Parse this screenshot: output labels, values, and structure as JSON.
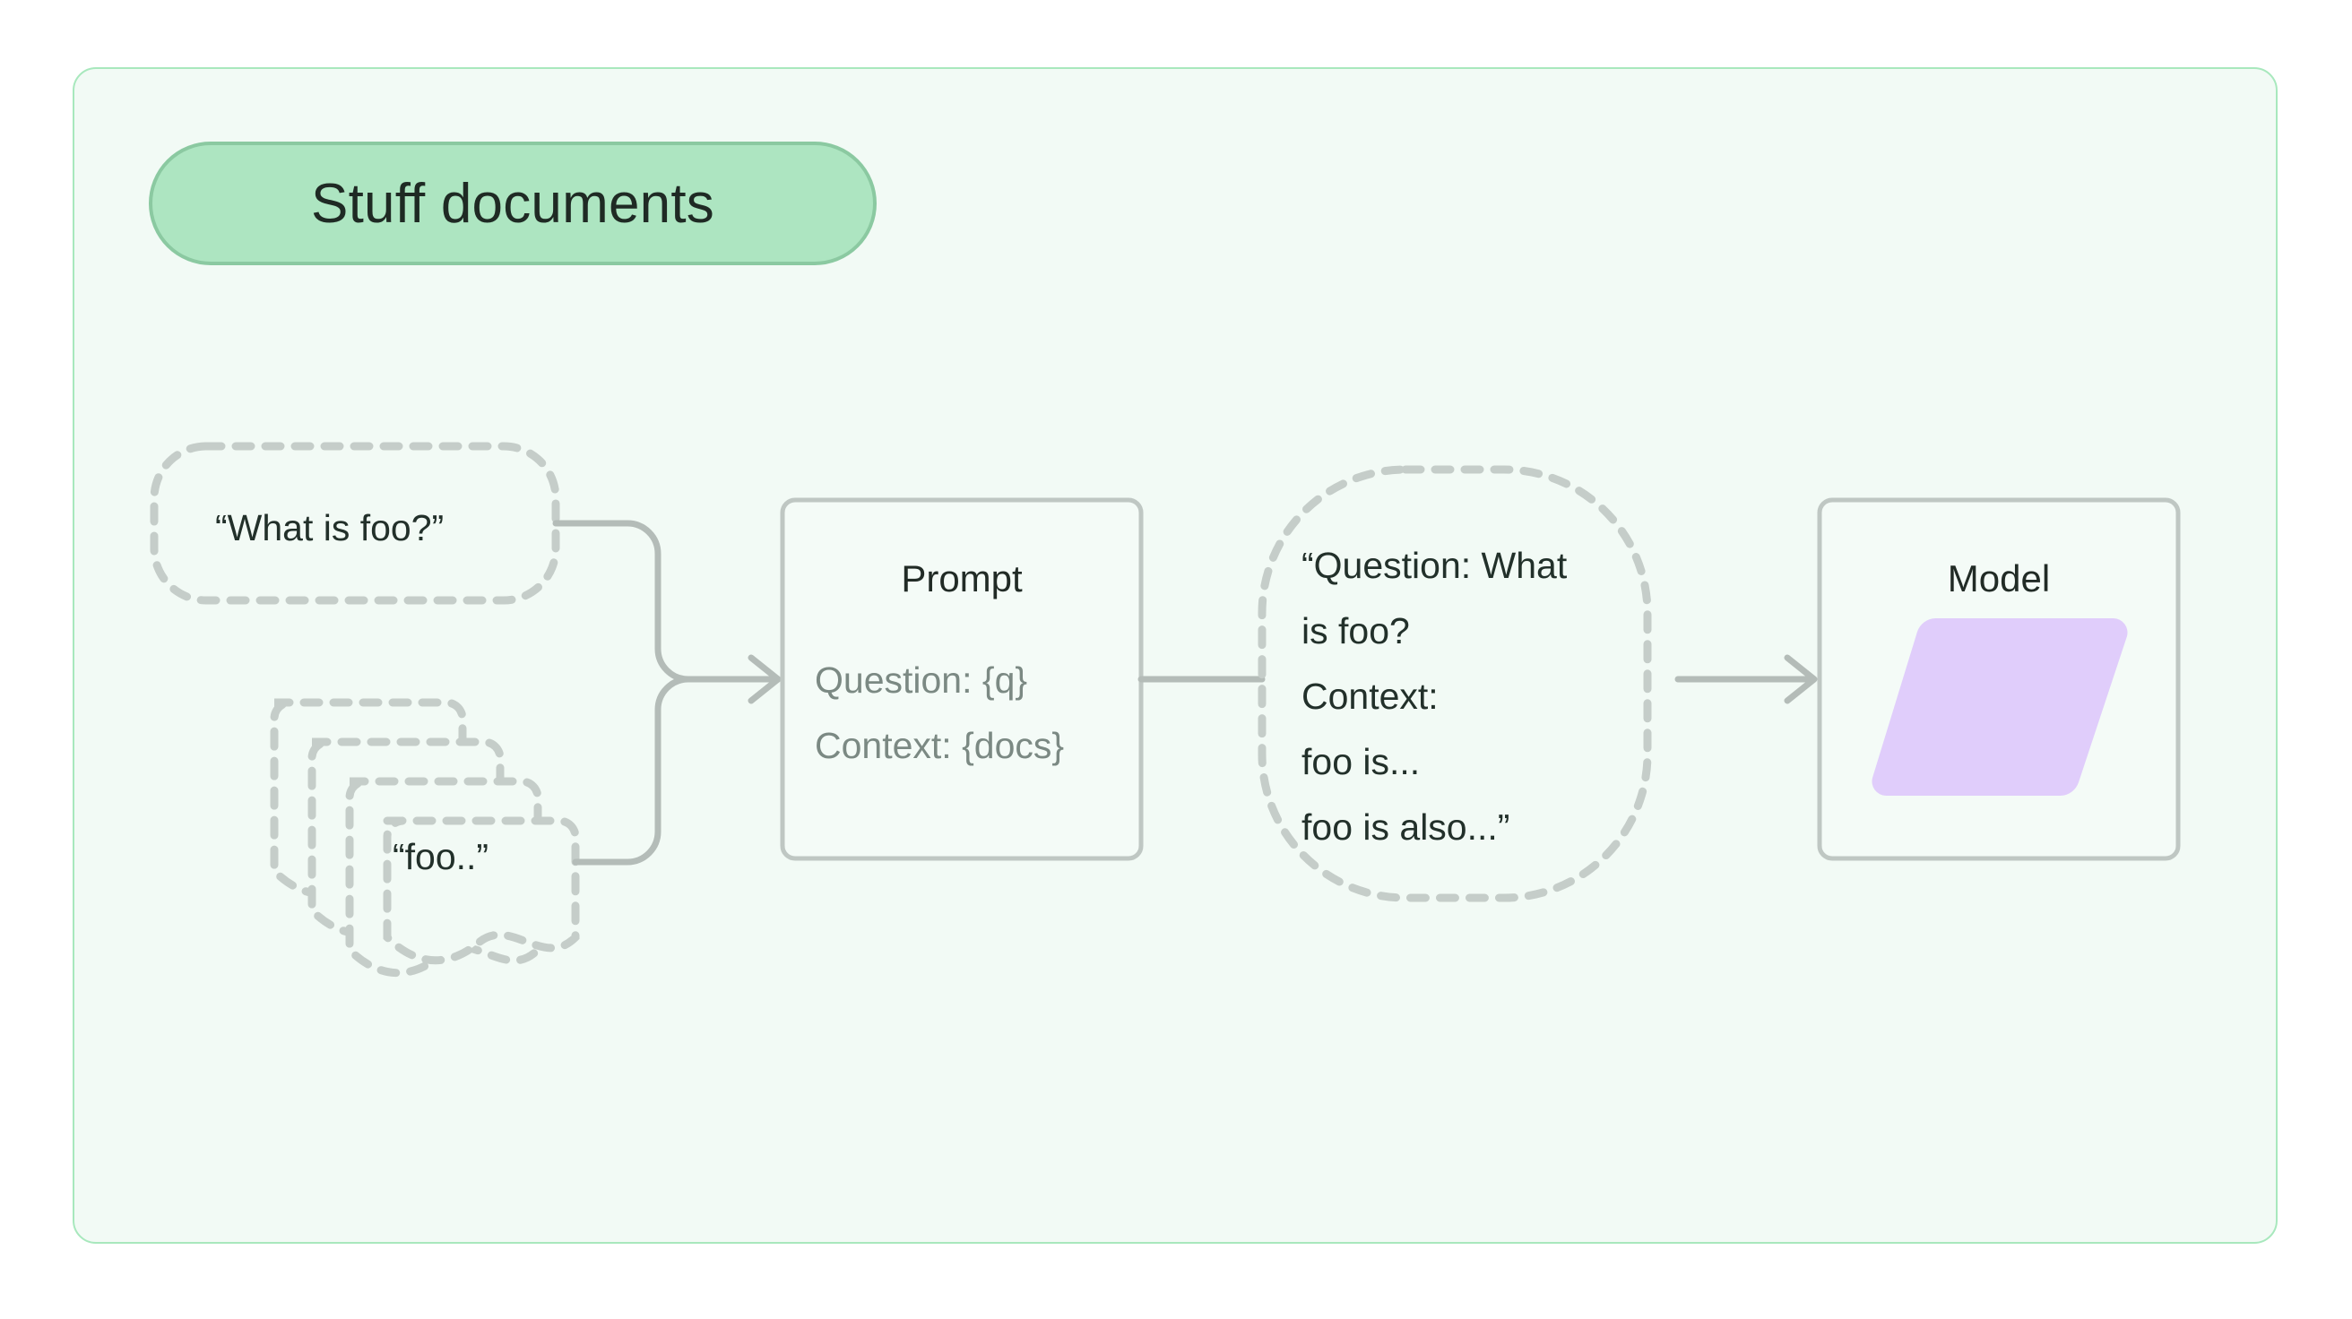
{
  "panel": {
    "background_color": "#f2faf5",
    "border_color": "#a8e8bd"
  },
  "title_badge": {
    "label": "Stuff documents",
    "fill_color": "#ade5c1",
    "border_color": "#8bc9a1",
    "text_color": "#1f2a24"
  },
  "nodes": {
    "question_bubble": {
      "text": "“What is foo?”",
      "style": "dashed-rounded-rect"
    },
    "documents_stack": {
      "text": "“foo..”",
      "count": 4,
      "style": "dashed-document-stack"
    },
    "prompt_box": {
      "title": "Prompt",
      "lines": [
        "Question: {q}",
        "Context: {docs}"
      ],
      "title_color": "#212b26",
      "line_color": "#7b8983"
    },
    "filled_prompt_bubble": {
      "lines": [
        "“Question: What",
        "is foo?",
        "Context:",
        "foo is...",
        "foo is also...”"
      ],
      "style": "dashed-squircle"
    },
    "model_box": {
      "title": "Model",
      "shape": "parallelogram",
      "shape_color": "#e0cdfb"
    }
  },
  "connectors": {
    "question_to_prompt": "elbow-merge",
    "docs_to_prompt": "elbow-merge",
    "merge_to_prompt_arrow": "arrow",
    "prompt_to_bubble": "line",
    "bubble_to_model_arrow": "arrow",
    "stroke_color": "#b4bcb8"
  }
}
